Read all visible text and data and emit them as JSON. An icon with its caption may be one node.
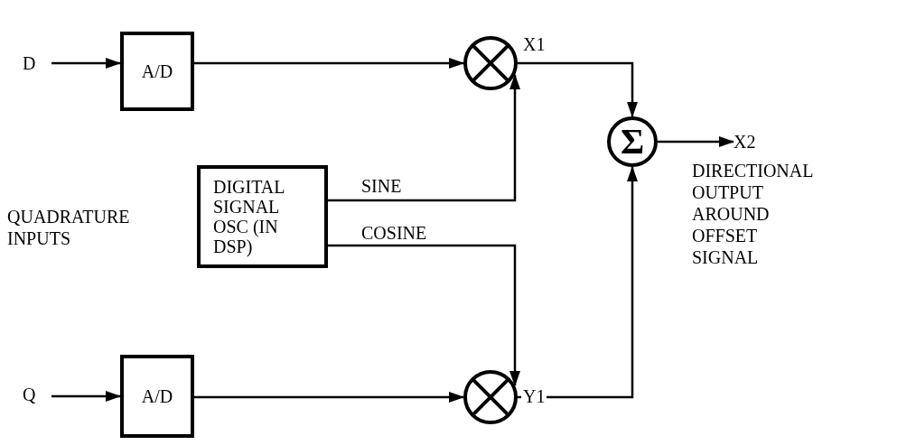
{
  "diagram": {
    "nodes": [
      {
        "text": [
          "D"
        ]
      },
      {
        "text": [
          "A/D"
        ]
      },
      {
        "text": [],
        "shape": "circle"
      },
      {
        "text": [
          "DIGITAL SIGNAL OSC (IN DSP)"
        ]
      },
      {
        "text": [
          "Σ"
        ]
      },
      {
        "text": [
          "X2"
        ],
        "beside": [
          "DIRECTIONAL OUTPUT AROUND OFFSET SIGNAL"
        ]
      },
      {
        "text": [
          "Q"
        ]
      },
      {
        "text": [
          "A/D"
        ]
      },
      {
        "text": [],
        "shape": "circle"
      }
    ],
    "edges": [
      {
        "from": 0,
        "to": 1,
        "arrow": "to"
      },
      {
        "from": 1,
        "to": 2,
        "arrow": "to"
      },
      {
        "from": 3,
        "to": 2,
        "arrow": "to",
        "label": "SINE"
      },
      {
        "from": 3,
        "to": 8,
        "arrow": "to",
        "label": "COSINE"
      },
      {
        "from": 2,
        "to": 4,
        "arrow": "to",
        "label": "X1"
      },
      {
        "from": 8,
        "to": 4,
        "arrow": "to",
        "label": "Y1"
      },
      {
        "from": 4,
        "to": 5,
        "arrow": "to"
      },
      {
        "from": 6,
        "to": 7,
        "arrow": "to"
      },
      {
        "from": 7,
        "to": 8,
        "arrow": "to"
      }
    ],
    "labels": [
      "QUADRATURE INPUTS"
    ]
  }
}
